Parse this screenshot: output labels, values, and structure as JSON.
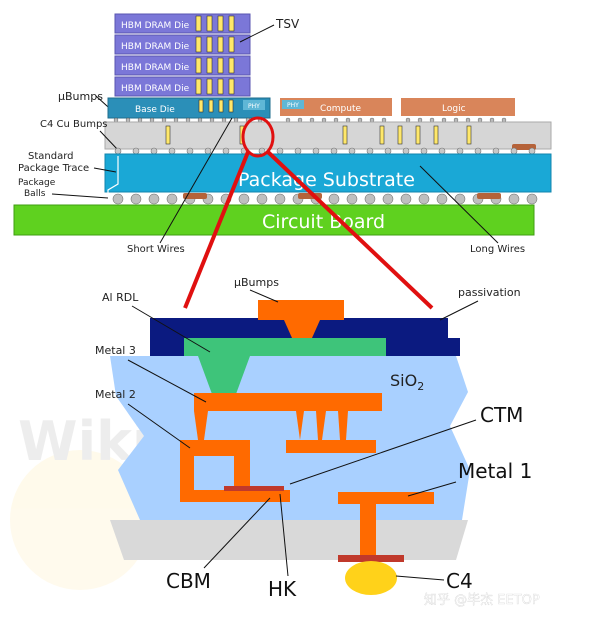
{
  "top": {
    "hbm_die_label": "HBM DRAM Die",
    "tsv": "TSV",
    "ubumps": "µBumps",
    "base_die": "Base Die",
    "phy": "PHY",
    "compute": "Compute",
    "logic": "Logic",
    "c4_cu_bumps": "C4 Cu Bumps",
    "standard_package_trace_1": "Standard",
    "standard_package_trace_2": "Package Trace",
    "package_balls_1": "Package",
    "package_balls_2": "Balls",
    "package_substrate": "Package Substrate",
    "circuit_board": "Circuit Board",
    "short_wires": "Short Wires",
    "long_wires": "Long Wires"
  },
  "detail": {
    "ubumps": "µBumps",
    "al_rdl": "Al RDL",
    "passivation": "passivation",
    "metal3": "Metal 3",
    "metal2": "Metal 2",
    "sio2_main": "SiO",
    "sio2_sub": "2",
    "ctm": "CTM",
    "metal1": "Metal 1",
    "cbm": "CBM",
    "hk": "HK",
    "c4": "C4"
  },
  "watermark": {
    "wikichip": "WikiChip",
    "credit": "知乎 @毕杰 EETOP"
  },
  "colors": {
    "hbm": "#7b77d8",
    "base_die": "#2b8fb8",
    "substrate": "#1aa8d6",
    "board": "#5fd11f",
    "interposer": "#d6d6d6",
    "phy_box": "#d9855a",
    "metal": "#ff6a00",
    "passivation": "#0b1a80",
    "rdl": "#3ec47a",
    "oxide": "#a9d0ff",
    "callout": "#e01010",
    "hk": "#c0392b",
    "c4_ball": "#ffd21a"
  }
}
